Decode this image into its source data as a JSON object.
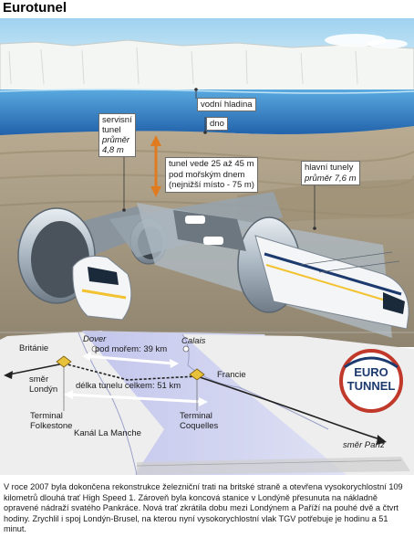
{
  "title": "Eurotunel",
  "labels": {
    "water_surface": "vodní hladina",
    "seabed": "dno",
    "service_tunnel": "servisní",
    "service_tunnel_2": "tunel",
    "service_diameter": "průměr",
    "service_diameter_value": "4,8 m",
    "depth_1": "tunel vede  25 až 45 m",
    "depth_2": "pod mořským dnem",
    "depth_3": "(nejnižší místo - 75 m)",
    "main_tunnels": "hlavní tunely",
    "main_diameter": "průměr 7,6 m"
  },
  "map": {
    "britain": "Británie",
    "dover": "Dover",
    "calais": "Calais",
    "france": "Francie",
    "london": "směr",
    "london_2": "Londýn",
    "paris": "směr Paříž",
    "under_sea": "pod mořem: 39 km",
    "total_length": "délka tunelu celkem: 51 km",
    "terminal_folkestone_1": "Terminal",
    "terminal_folkestone_2": "Folkestone",
    "terminal_coquelles_1": "Terminal",
    "terminal_coquelles_2": "Coquelles",
    "channel": "Kanál La Manche"
  },
  "logo": {
    "line1": "EURO",
    "line2": "TUNNEL"
  },
  "caption": "V roce 2007 byla dokončena rekonstrukce železniční trati na britské straně a otevřena vysokorychlostní 109 kilometrů dlouhá trať High Speed 1. Zároveň byla koncová stanice v Londýně přesunuta na nákladně opravené nádraží svatého Pankráce. Nová trať zkrátila dobu mezi Londýnem a Paříží na pouhé dvě a čtvrt hodiny. Zrychlil i spoj Londýn-Brusel, na kterou nyní vysokorychlostní vlak TGV potřebuje je hodinu a 51 minut.",
  "colors": {
    "sea": "#3f8fd0",
    "sea_dark": "#1f5fa8",
    "rock": "#c9b89a",
    "map_land": "#ececec",
    "map_sea": "#cfd3ee",
    "logo_red": "#c0392b",
    "logo_blue": "#1c3a6e"
  }
}
